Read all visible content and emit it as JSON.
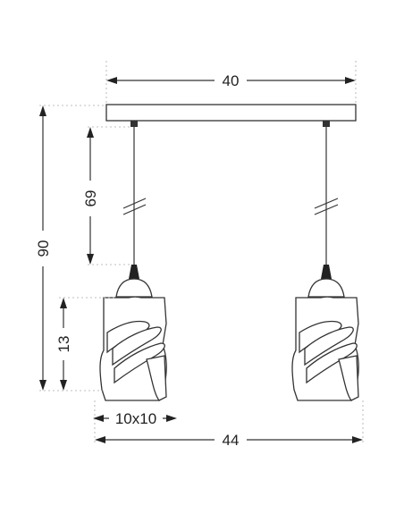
{
  "dimensions": {
    "canopy_width": "40",
    "cable_length": "69",
    "total_height": "90",
    "shade_height": "13",
    "shade_size": "10x10",
    "total_width": "44"
  }
}
